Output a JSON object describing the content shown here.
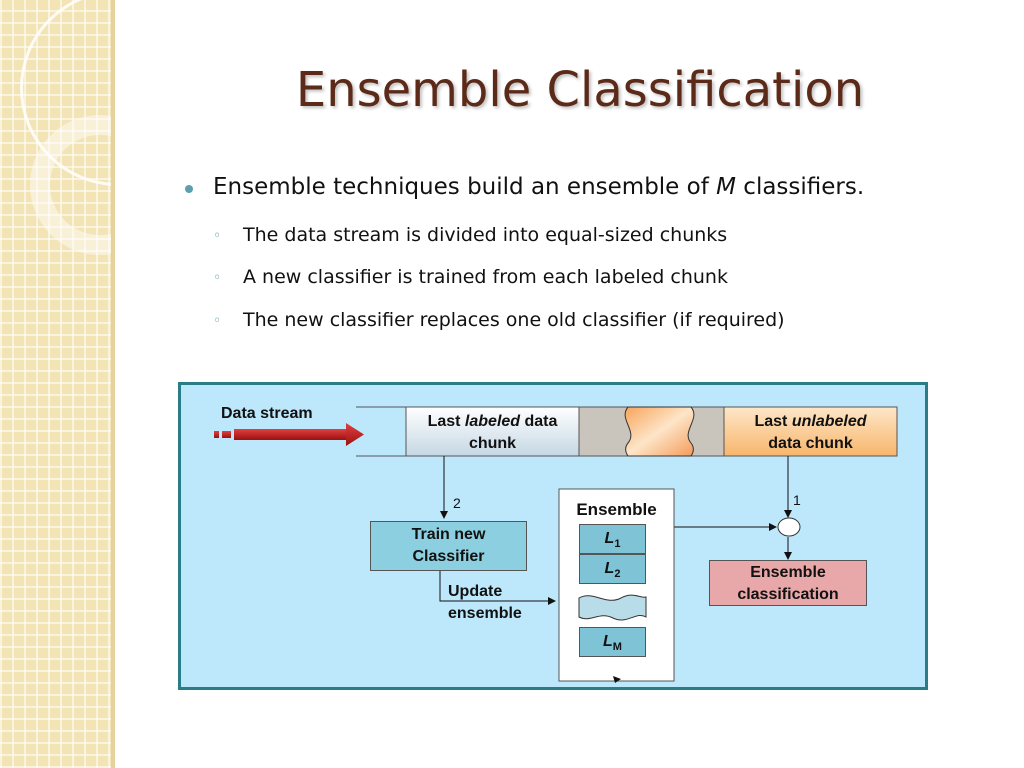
{
  "slide": {
    "title": "Ensemble Classification",
    "bullet": {
      "pre": "Ensemble techniques build an ensemble of ",
      "em": "M",
      "post": " classifiers."
    },
    "sub_bullets": [
      "The data stream is divided into equal-sized chunks",
      "A new classifier is trained from each labeled chunk",
      "The new classifier replaces one old classifier (if required)"
    ]
  },
  "diagram": {
    "data_stream_label": "Data stream",
    "labeled_chunk": {
      "pre": "Last ",
      "em": "labeled",
      "post": " data",
      "line2": "chunk"
    },
    "unlabeled_chunk": {
      "pre": "Last ",
      "em": "unlabeled",
      "line2": "data chunk"
    },
    "step_train": "2",
    "step_classify": "1",
    "train_box": {
      "line1": "Train new",
      "line2": "Classifier"
    },
    "update_label": {
      "line1": "Update",
      "line2": "ensemble"
    },
    "ensemble_title": "Ensemble",
    "models": [
      {
        "letter": "L",
        "sub": "1"
      },
      {
        "letter": "L",
        "sub": "2"
      },
      {
        "letter": "L",
        "sub": "M"
      }
    ],
    "classification_box": {
      "line1": "Ensemble",
      "line2": "classification"
    }
  },
  "colors": {
    "title": "#5b2a18",
    "bullet_dot": "#5e9eb1",
    "diagram_bg": "#bde7fa",
    "diagram_border": "#2a7c86",
    "train_box": "#8ccfe0",
    "model_box": "#7ec4d6",
    "classification_box": "#e8a7a8",
    "arrow": "#c41e1e"
  }
}
